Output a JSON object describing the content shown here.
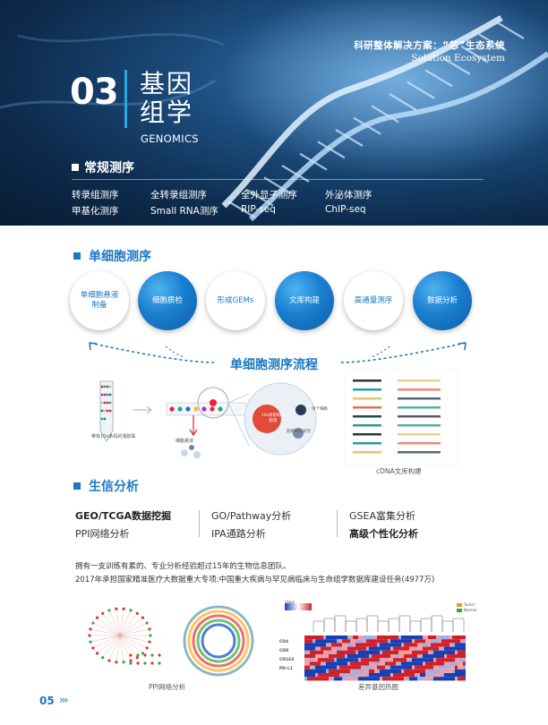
{
  "brand": {
    "cn": "科研整体解决方案：“芯”生态系统",
    "en": "Solution Ecosystem"
  },
  "section": {
    "number": "03",
    "title_cn": "基因组学",
    "title_en": "GENOMICS"
  },
  "conventional": {
    "heading": "常规测序",
    "items": [
      "转录组测序",
      "全转录组测序",
      "全外显子测序",
      "外泌体测序",
      "甲基化测序",
      "Small RNA测序",
      "RIP-seq",
      "ChIP-seq"
    ]
  },
  "single_cell": {
    "heading": "单细胞测序",
    "steps": [
      "单细胞悬液制备",
      "细胞质检",
      "形成GEMs",
      "文库构建",
      "高通量测序",
      "数据分析"
    ],
    "flow_title": "单细胞测序流程",
    "fig_left_labels": {
      "tube": "带有10x条码的凝胶珠",
      "cells": "细胞悬液",
      "gem1": "10x条形码凝胶珠",
      "gem2": "单个细胞",
      "gem3": "溶液中的试剂"
    },
    "fig_right_caption": "cDNA文库构建"
  },
  "bioinfo": {
    "heading": "生信分析",
    "items": [
      {
        "text": "GEO/TCGA数据挖掘",
        "bold": true
      },
      {
        "text": "GO/Pathway分析",
        "bold": false
      },
      {
        "text": "GSEA富集分析",
        "bold": false
      },
      {
        "text": "PPI网络分析",
        "bold": false
      },
      {
        "text": "IPA通路分析",
        "bold": false
      },
      {
        "text": "高级个性化分析",
        "bold": true
      }
    ],
    "desc_line1": "拥有一支训练有素的、专业分析经验超过15年的生物信息团队。",
    "desc_line2": "2017年承担国家精准医疗大数据重大专项:中国重大疾病与罕见病临床与生命组学数据库建设任务(4977万)",
    "fig1_caption": "PPI网络分析",
    "fig2_caption": "差异基因热图",
    "heatmap_legend": {
      "value": "Value",
      "tumor": "Tumor",
      "normal": "Normal"
    },
    "heatmap_rows": [
      "CD4",
      "CD8",
      "CD163",
      "PD-L1"
    ]
  },
  "page": {
    "number": "05",
    "chevrons": "›››"
  },
  "colors": {
    "accent": "#1a78c2",
    "hero_dark": "#0d2b4c"
  }
}
